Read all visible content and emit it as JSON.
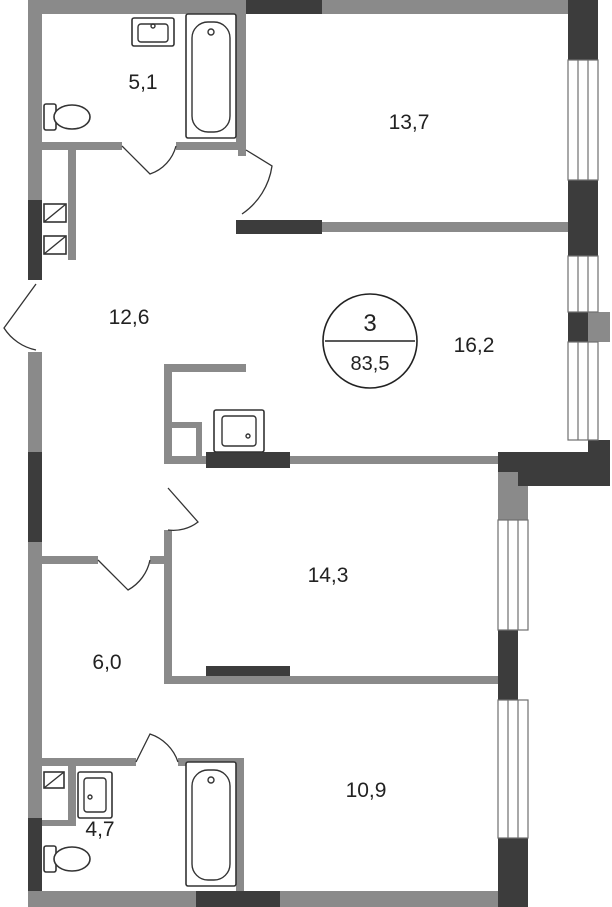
{
  "plan": {
    "rooms_count": "3",
    "total_area": "83,5",
    "rooms": [
      {
        "id": "bathroom-top",
        "area": "5,1"
      },
      {
        "id": "bedroom-top",
        "area": "13,7"
      },
      {
        "id": "hallway",
        "area": "12,6"
      },
      {
        "id": "living-room",
        "area": "16,2"
      },
      {
        "id": "bedroom-middle",
        "area": "14,3"
      },
      {
        "id": "corridor",
        "area": "6,0"
      },
      {
        "id": "bathroom-bottom",
        "area": "4,7"
      },
      {
        "id": "bedroom-bottom",
        "area": "10,9"
      }
    ]
  },
  "colors": {
    "wall": "#8a8a8a",
    "wall_dark": "#3c3c3c",
    "line": "#333333"
  }
}
